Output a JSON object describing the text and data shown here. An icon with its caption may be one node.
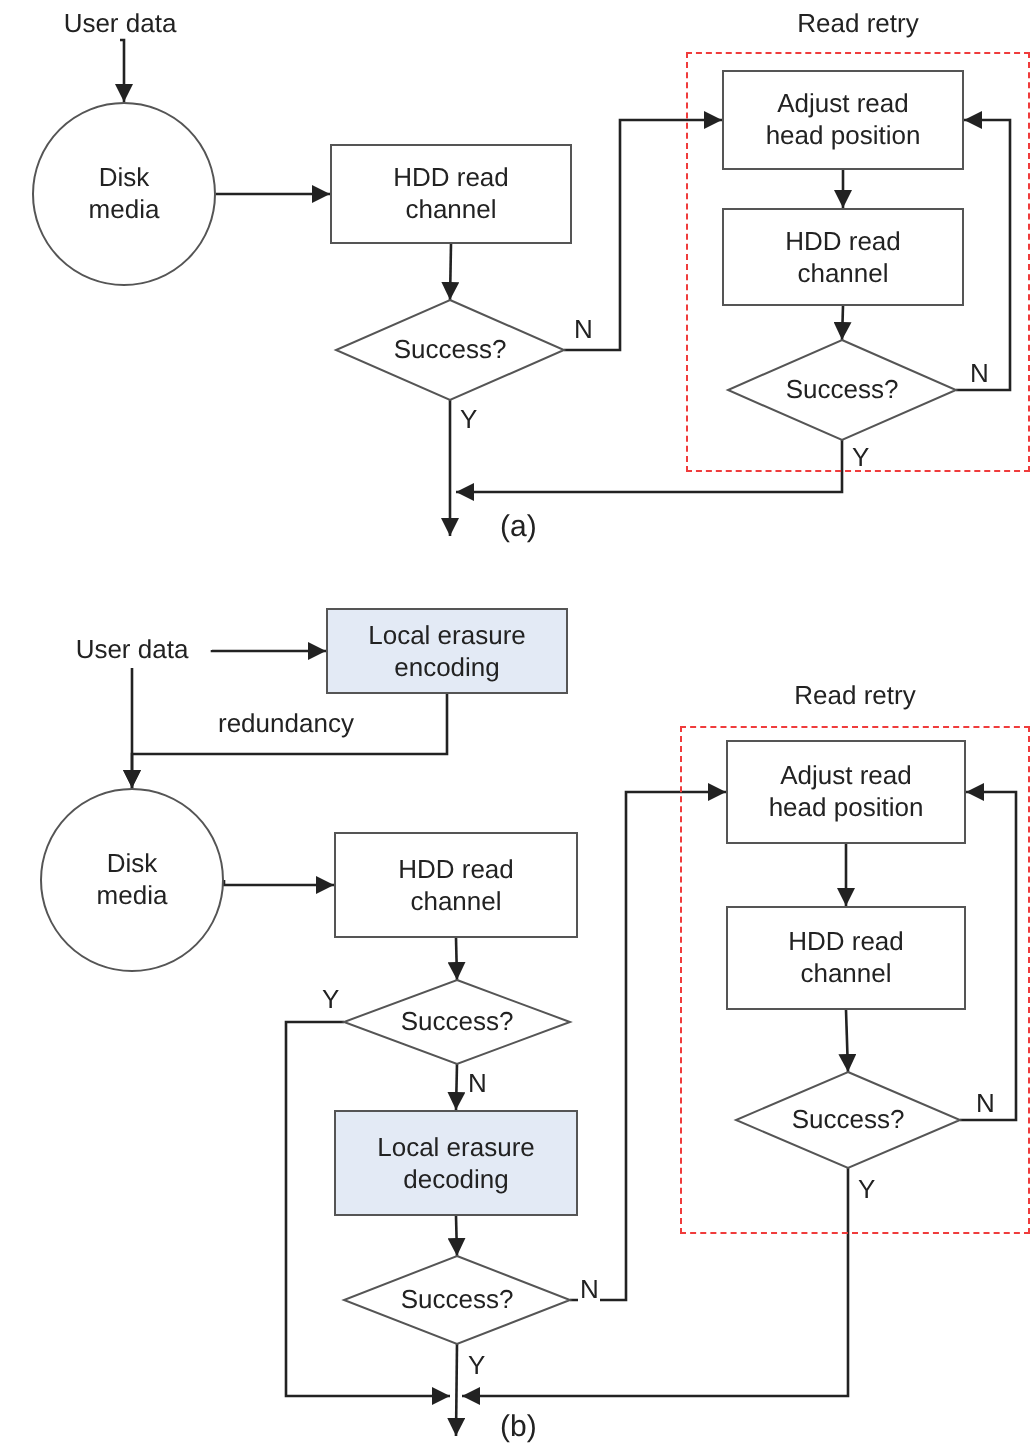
{
  "diagram": {
    "nodes": [
      {
        "text": [
          "User data"
        ]
      },
      {
        "text": [
          "Disk media"
        ]
      },
      {
        "text": [
          "HDD read channel"
        ]
      },
      {
        "text": [
          "Success?"
        ]
      },
      {
        "text": [
          "Read retry"
        ]
      },
      {
        "text": [
          "Adjust read head position"
        ],
        "in": 4
      },
      {
        "text": [
          "HDD read channel"
        ],
        "in": 4
      },
      {
        "text": [
          "Success?"
        ],
        "in": 4
      },
      {
        "text": [
          "User data"
        ]
      },
      {
        "text": [
          "Local erasure encoding"
        ]
      },
      {
        "text": [
          "Disk media"
        ]
      },
      {
        "text": [
          "HDD read channel"
        ]
      },
      {
        "text": [
          "Success?"
        ]
      },
      {
        "text": [
          "Local erasure decoding"
        ]
      },
      {
        "text": [
          "Success?"
        ]
      },
      {
        "text": [
          "Read retry"
        ]
      },
      {
        "text": [
          "Adjust read head position"
        ],
        "in": 15
      },
      {
        "text": [
          "HDD read channel"
        ],
        "in": 15
      },
      {
        "text": [
          "Success?"
        ],
        "in": 15
      }
    ],
    "edges": [
      {
        "from": 0,
        "to": 1,
        "arrow": "to"
      },
      {
        "from": 1,
        "to": 2,
        "arrow": "to"
      },
      {
        "from": 2,
        "to": 3,
        "arrow": "to"
      },
      {
        "from": 3,
        "to": 5,
        "arrow": "to",
        "label": "N"
      },
      {
        "from": 5,
        "to": 6,
        "arrow": "to"
      },
      {
        "from": 6,
        "to": 7,
        "arrow": "to"
      },
      {
        "from": 7,
        "to": 5,
        "arrow": "to",
        "label": "N"
      },
      {
        "from": 3,
        "to": null,
        "arrow": "to",
        "label": "Y"
      },
      {
        "from": 7,
        "to": null,
        "arrow": "to",
        "label": "Y"
      },
      {
        "from": 8,
        "to": 9,
        "arrow": "to"
      },
      {
        "from": 8,
        "to": 10,
        "arrow": "to"
      },
      {
        "from": 9,
        "to": 10,
        "arrow": "to",
        "label": "redundancy"
      },
      {
        "from": 10,
        "to": 11,
        "arrow": "to"
      },
      {
        "from": 11,
        "to": 12,
        "arrow": "to"
      },
      {
        "from": 12,
        "to": 13,
        "arrow": "to",
        "label": "N"
      },
      {
        "from": 13,
        "to": 14,
        "arrow": "to"
      },
      {
        "from": 14,
        "to": 16,
        "arrow": "to",
        "label": "N"
      },
      {
        "from": 16,
        "to": 17,
        "arrow": "to"
      },
      {
        "from": 17,
        "to": 18,
        "arrow": "to"
      },
      {
        "from": 18,
        "to": 16,
        "arrow": "to",
        "label": "N"
      },
      {
        "from": 12,
        "to": null,
        "arrow": "to",
        "label": "Y"
      },
      {
        "from": 14,
        "to": null,
        "arrow": "to",
        "label": "Y"
      },
      {
        "from": 18,
        "to": null,
        "arrow": "to",
        "label": "Y"
      }
    ],
    "labels": [
      "(a)",
      "(b)"
    ]
  }
}
